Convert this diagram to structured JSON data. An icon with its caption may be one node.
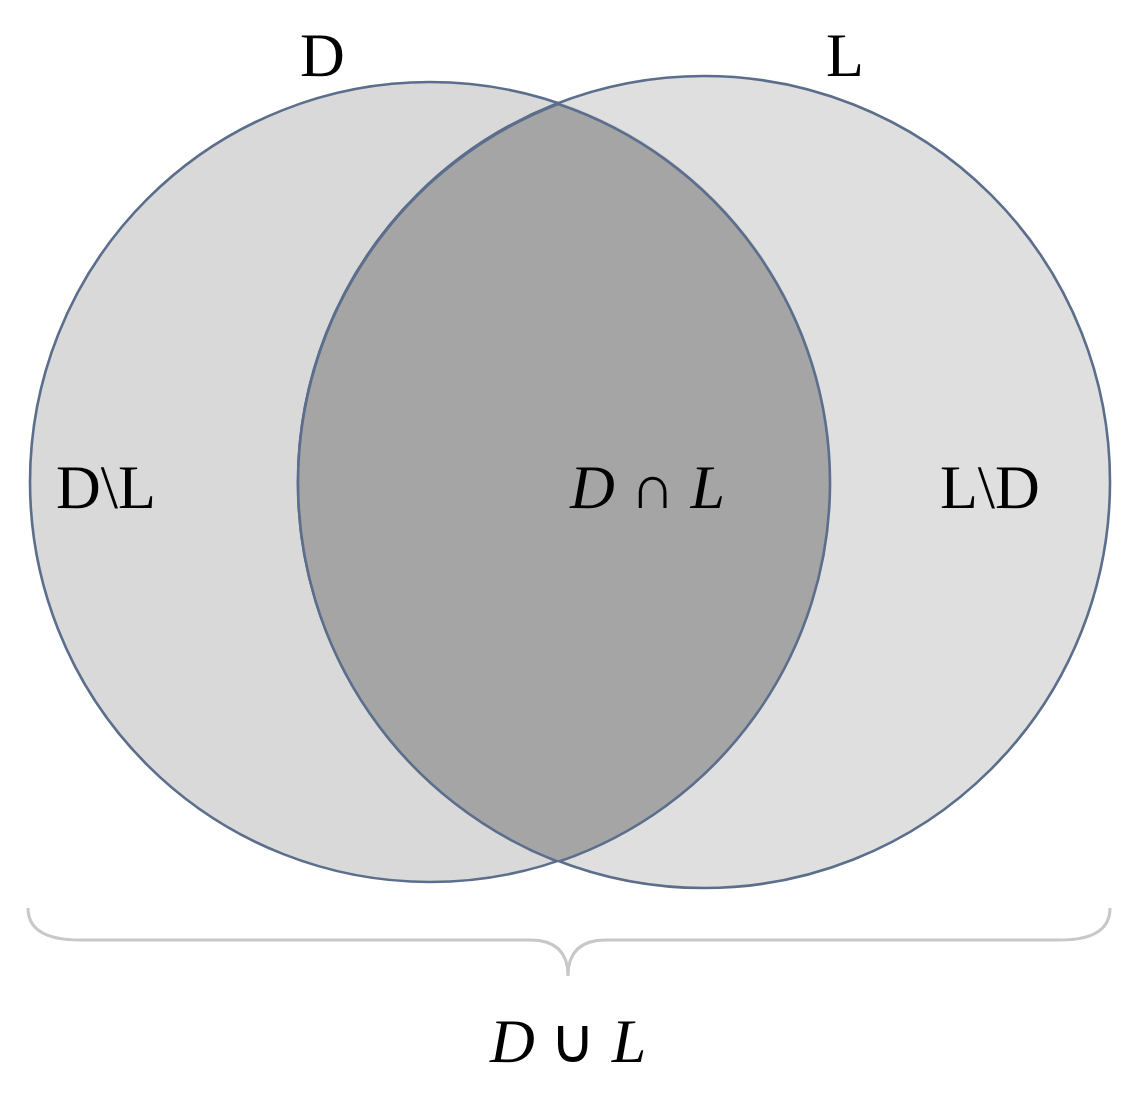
{
  "diagram": {
    "nodes": [
      {
        "text": [
          "D",
          "D\\L"
        ]
      },
      {
        "text": [
          "L",
          "L\\D"
        ]
      },
      {
        "text": [
          "*D* ∩ *L*"
        ]
      }
    ],
    "edges": [],
    "labels": [
      "*D* ∪ *L*"
    ]
  }
}
